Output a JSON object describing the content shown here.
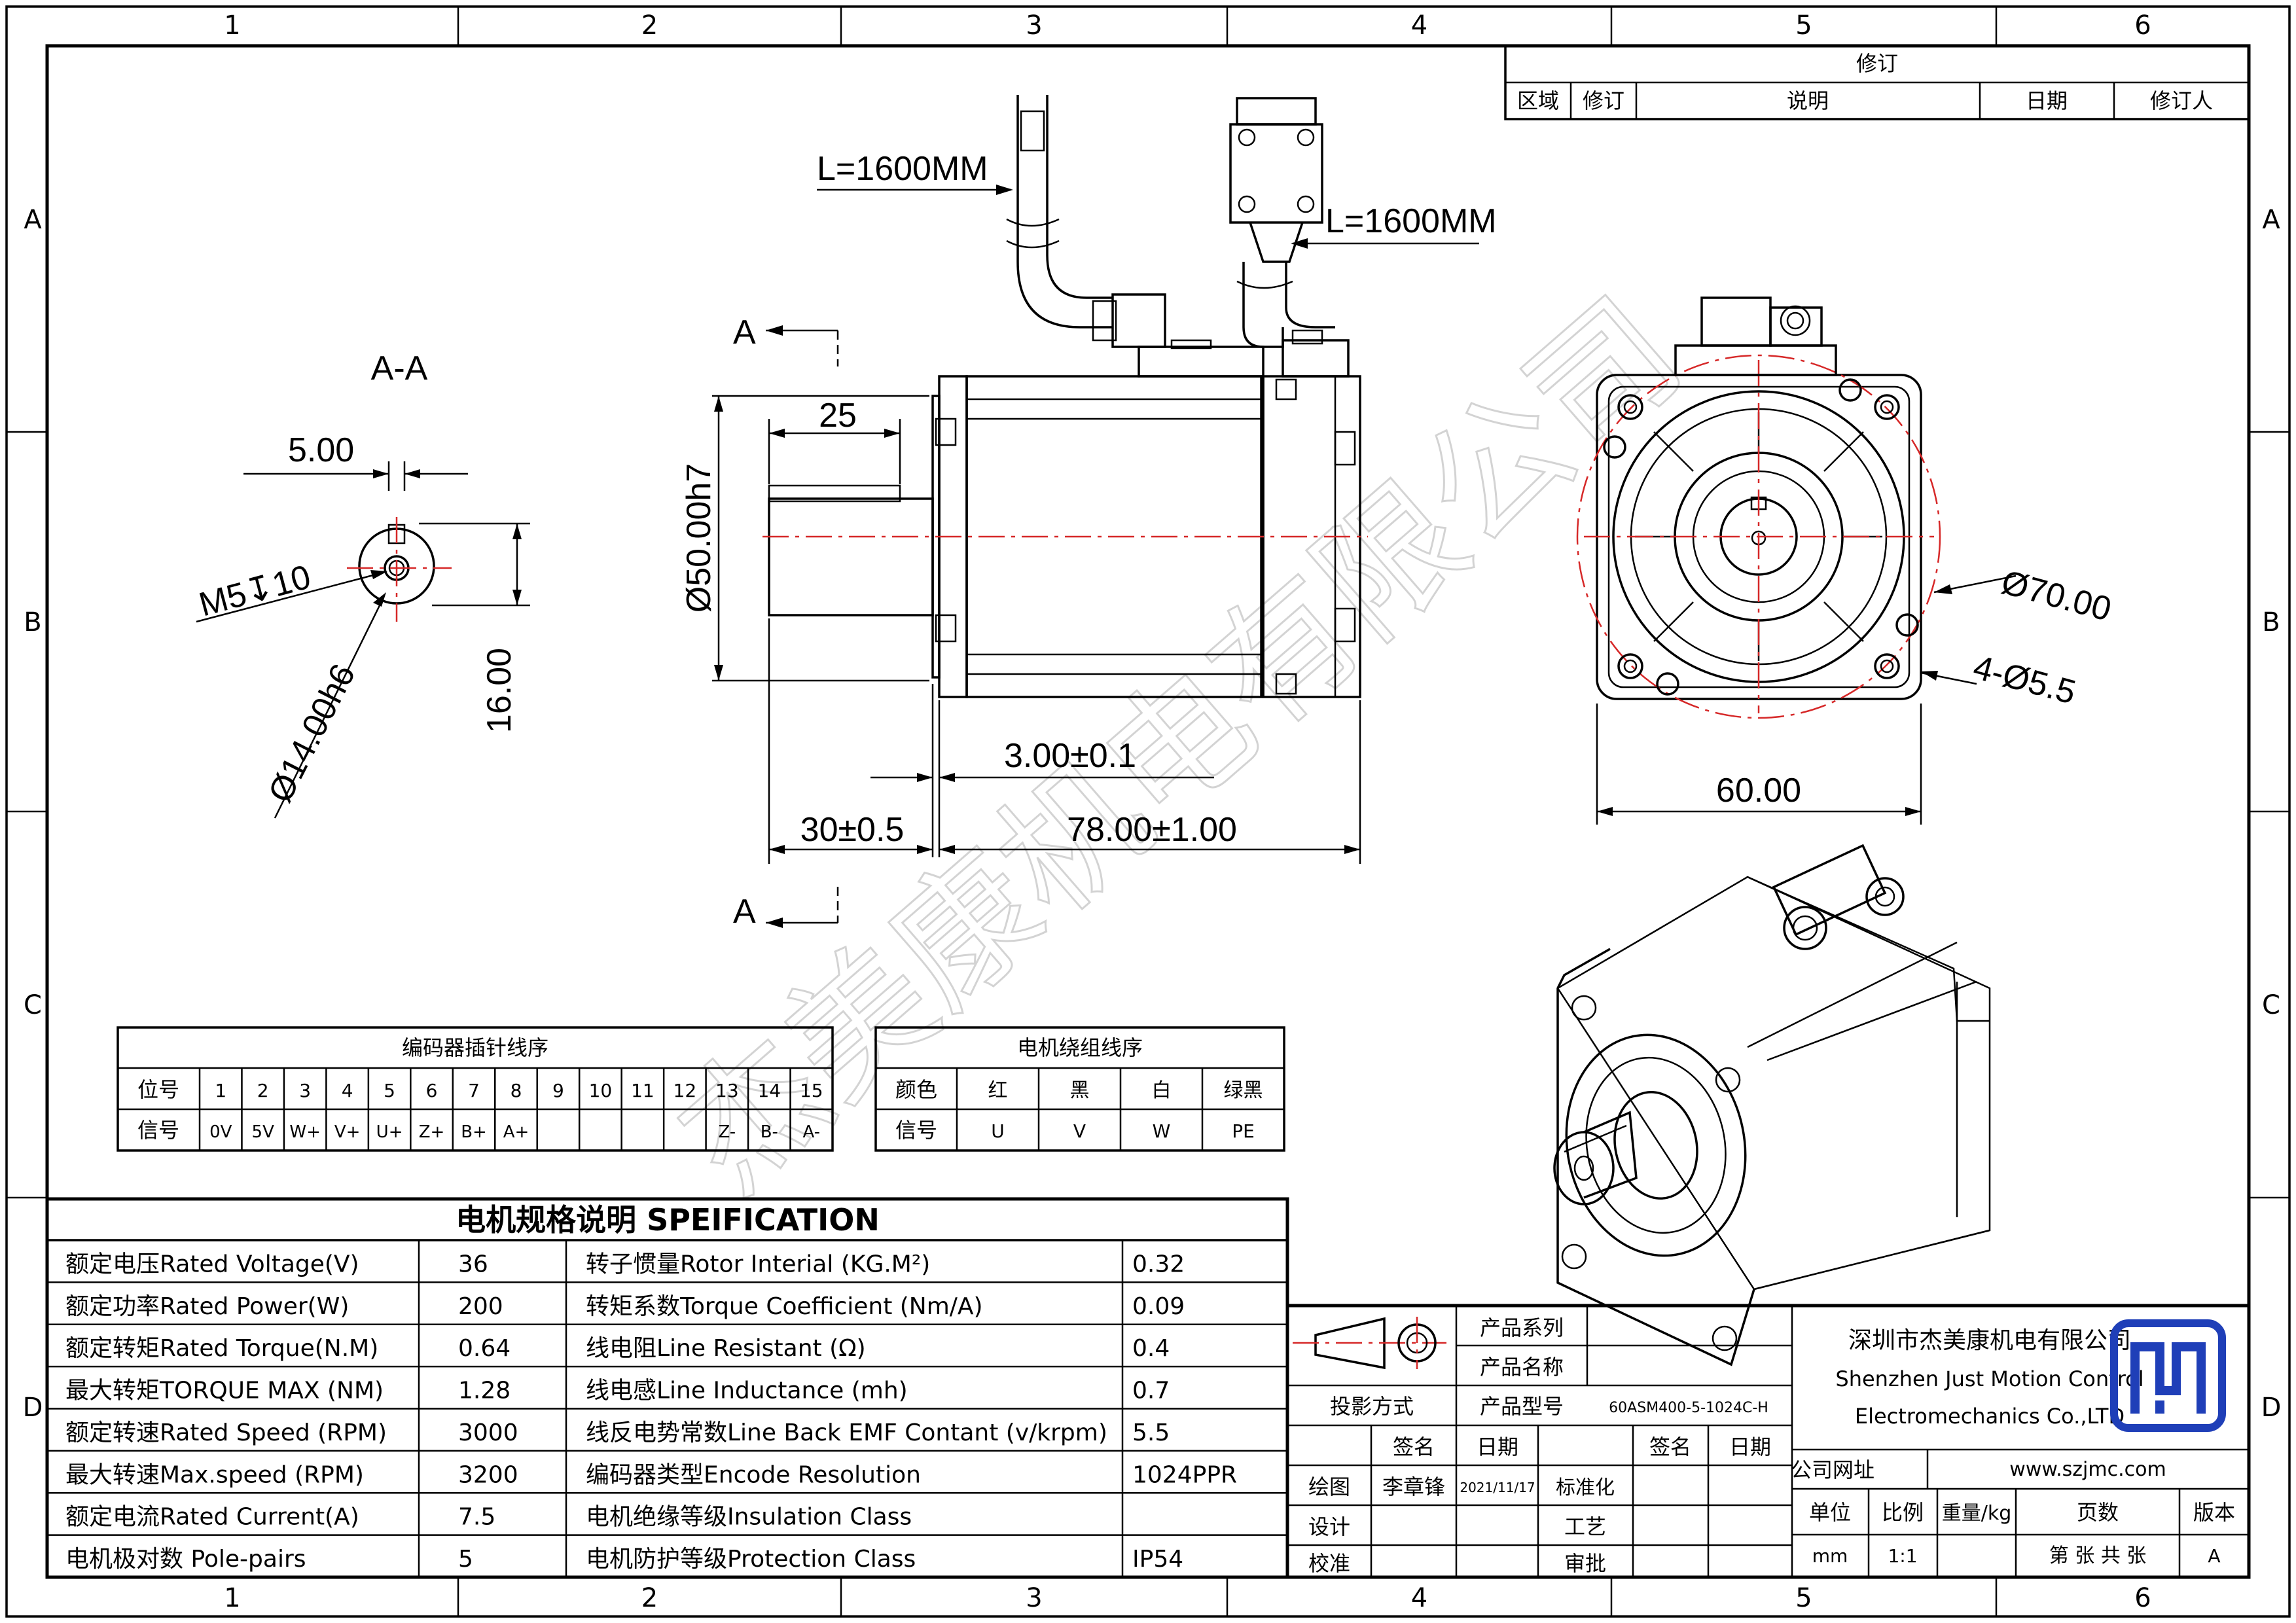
{
  "grid": {
    "columns": [
      "1",
      "2",
      "3",
      "4",
      "5",
      "6"
    ],
    "rows": [
      "A",
      "B",
      "C",
      "D"
    ]
  },
  "revision": {
    "title": "修订",
    "headers": [
      "区域",
      "修订",
      "说明",
      "日期",
      "修订人"
    ]
  },
  "section": {
    "title": "A-A",
    "key_width": "5.00",
    "thread": "M5↧10",
    "shaft_diameter": "Ø14.00h6",
    "key_height": "16.00"
  },
  "side_view": {
    "cable_left": "L=1600MM",
    "cable_right": "L=1600MM",
    "section_mark": "A",
    "key_length": "25",
    "pilot_diameter": "Ø50.00h7",
    "flange_thickness": "3.00±0.1",
    "shaft_length": "30±0.5",
    "body_length": "78.00±1.00"
  },
  "front_view": {
    "pcd": "Ø70.00",
    "holes": "4-Ø5.5",
    "width": "60.00"
  },
  "encoder_table": {
    "title": "编码器插针线序",
    "row1_label": "位号",
    "row2_label": "信号",
    "pins": [
      "1",
      "2",
      "3",
      "4",
      "5",
      "6",
      "7",
      "8",
      "9",
      "10",
      "11",
      "12",
      "13",
      "14",
      "15"
    ],
    "signals": [
      "0V",
      "5V",
      "W+",
      "V+",
      "U+",
      "Z+",
      "B+",
      "A+",
      "",
      "",
      "",
      "",
      "Z-",
      "B-",
      "A-"
    ]
  },
  "winding_table": {
    "title": "电机绕组线序",
    "row1_label": "颜色",
    "row2_label": "信号",
    "colors": [
      "红",
      "黑",
      "白",
      "绿黑"
    ],
    "signals": [
      "U",
      "V",
      "W",
      "PE"
    ]
  },
  "spec": {
    "title": "电机规格说明 SPEIFICATION",
    "left": [
      {
        "label": "额定电压Rated Voltage(V)",
        "value": "36"
      },
      {
        "label": "额定功率Rated Power(W)",
        "value": "200"
      },
      {
        "label": "额定转矩Rated Torque(N.M)",
        "value": "0.64"
      },
      {
        "label": "最大转矩TORQUE MAX (NM)",
        "value": "1.28"
      },
      {
        "label": "额定转速Rated Speed (RPM)",
        "value": "3000"
      },
      {
        "label": "最大转速Max.speed (RPM)",
        "value": "3200"
      },
      {
        "label": "额定电流Rated Current(A)",
        "value": "7.5"
      },
      {
        "label": "电机极对数 Pole-pairs",
        "value": "5"
      }
    ],
    "right": [
      {
        "label": "转子惯量Rotor Interial (KG.M²)",
        "value": "0.32"
      },
      {
        "label": "转矩系数Torque Coefficient (Nm/A)",
        "value": "0.09"
      },
      {
        "label": "线电阻Line Resistant (Ω)",
        "value": "0.4"
      },
      {
        "label": "线电感Line Inductance (mh)",
        "value": "0.7"
      },
      {
        "label": "线反电势常数Line Back EMF Contant (v/krpm)",
        "value": "5.5"
      },
      {
        "label": "编码器类型Encode Resolution",
        "value": "1024PPR"
      },
      {
        "label": "电机绝缘等级Insulation Class",
        "value": ""
      },
      {
        "label": "电机防护等级Protection Class",
        "value": "IP54"
      }
    ]
  },
  "title_block": {
    "product_series_label": "产品系列",
    "product_name_label": "产品名称",
    "projection_label": "投影方式",
    "product_model_label": "产品型号",
    "product_model": "60ASM400-5-1024C-H",
    "sign_label": "签名",
    "date_label": "日期",
    "sign_label2": "签名",
    "date_label2": "日期",
    "drawn_label": "绘图",
    "drawn_name": "李章锋",
    "drawn_date": "2021/11/17",
    "standard_label": "标准化",
    "design_label": "设计",
    "process_label": "工艺",
    "check_label": "校准",
    "approve_label": "审批",
    "company_cn": "深圳市杰美康机电有限公司",
    "company_en1": "Shenzhen Just Motion Control",
    "company_en2": "Electromechanics Co.,LTD",
    "website_label": "公司网址",
    "website": "www.szjmc.com",
    "unit_label": "单位",
    "scale_label": "比例",
    "weight_label": "重量/kg",
    "pages_label": "页数",
    "version_label": "版本",
    "unit": "mm",
    "scale": "1:1",
    "pages": "第 张 共 张",
    "version": "A"
  },
  "watermark": "杰美康机电有限公司",
  "colors": {
    "line": "#000000",
    "centerline": "#d62828",
    "logo": "#1f3fb8",
    "watermark": "#c9c9c9"
  }
}
